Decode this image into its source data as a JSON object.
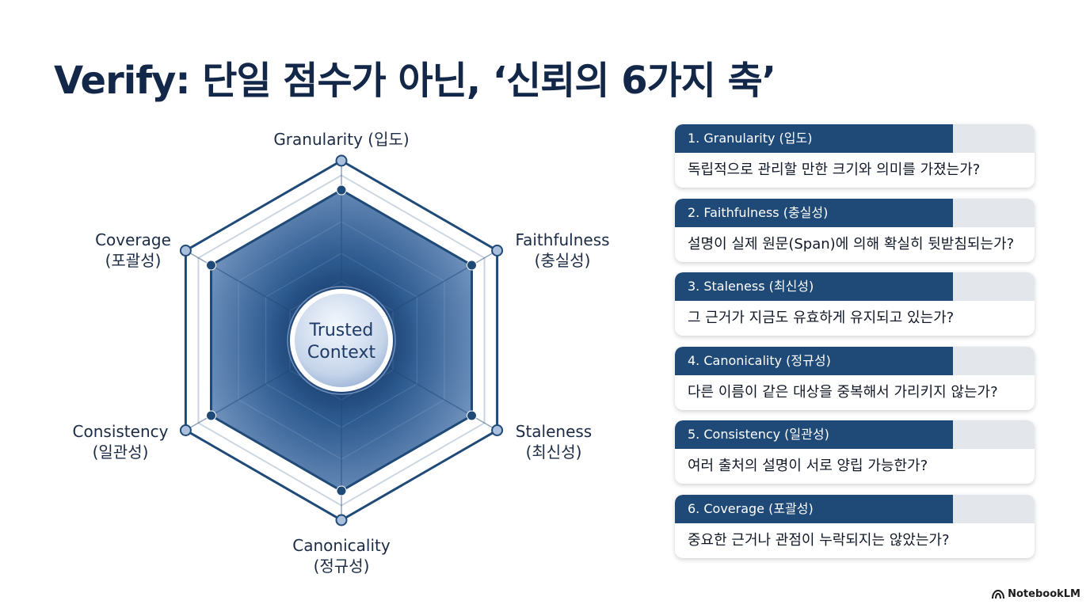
{
  "title": "Verify: 단일 점수가 아닌, ‘신뢰의 6가지 축’",
  "diagram": {
    "center_label_lines": [
      "Trusted",
      "Context"
    ],
    "axes": [
      {
        "label_lines": [
          "Granularity (입도)"
        ]
      },
      {
        "label_lines": [
          "Faithfulness",
          "(충실성)"
        ]
      },
      {
        "label_lines": [
          "Staleness",
          "(최신성)"
        ]
      },
      {
        "label_lines": [
          "Canonicality",
          "(정규성)"
        ]
      },
      {
        "label_lines": [
          "Consistency",
          "(일관성)"
        ]
      },
      {
        "label_lines": [
          "Coverage",
          "(포괄성)"
        ]
      }
    ]
  },
  "cards": [
    {
      "header": "1. Granularity (입도)",
      "question": "독립적으로 관리할 만한 크기와 의미를 가졌는가?"
    },
    {
      "header": "2. Faithfulness (충실성)",
      "question": "설명이 실제 원문(Span)에 의해 확실히 뒷받침되는가?"
    },
    {
      "header": "3. Staleness (최신성)",
      "question": "그 근거가 지금도 유효하게 유지되고 있는가?"
    },
    {
      "header": "4. Canonicality (정규성)",
      "question": "다른 이름이 같은 대상을 중복해서 가리키지 않는가?"
    },
    {
      "header": "5. Consistency (일관성)",
      "question": "여러 출처의 설명이 서로 양립 가능한가?"
    },
    {
      "header": "6. Coverage (포괄성)",
      "question": "중요한 근거나 관점이 누락되지는 않았는가?"
    }
  ],
  "brand": {
    "name": "NotebookLM",
    "icon": "notebooklm-logo-icon"
  },
  "colors": {
    "navy": "#1f4a78",
    "title": "#132849",
    "marker_fill": "#a9bfdc",
    "marker_dark": "#1f4a78",
    "card_header_bg": "#e3e6ea"
  }
}
